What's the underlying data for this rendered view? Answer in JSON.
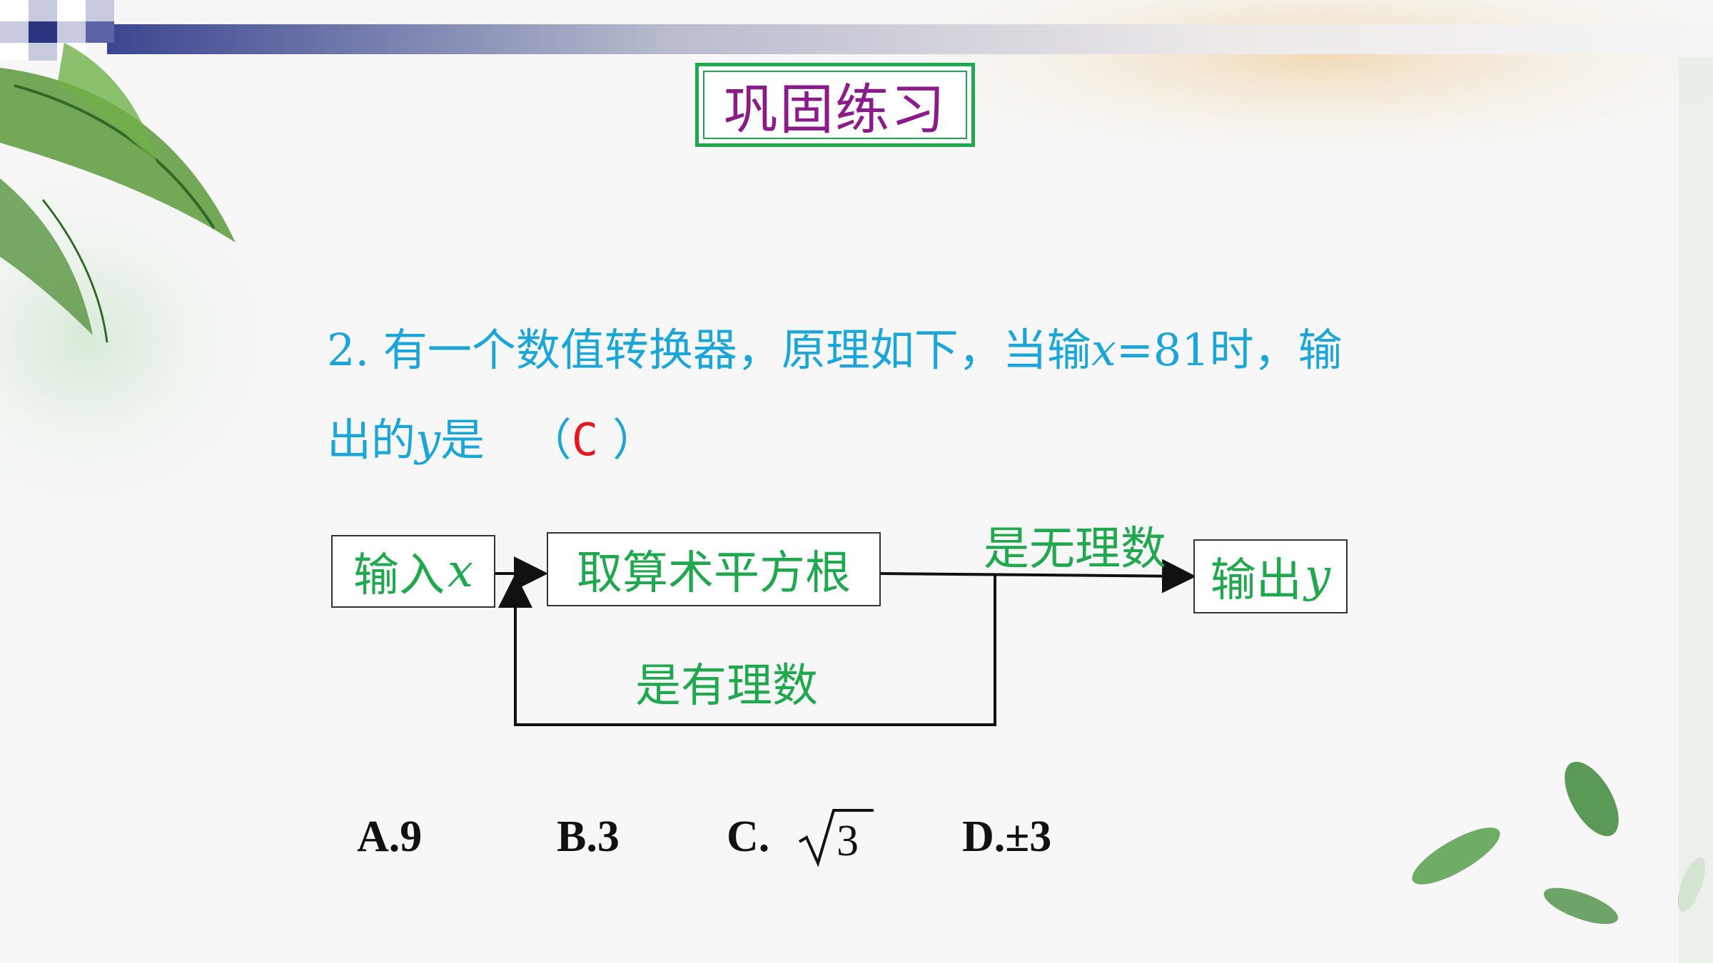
{
  "slide": {
    "title": "巩固练习"
  },
  "question": {
    "line1_prefix": "2. 有一个数值转换器，原理如下，当输",
    "line1_var": "x",
    "line1_suffix": "=81时，输",
    "line2_prefix": "出的",
    "line2_var": "y",
    "line2_suffix": "是",
    "paren_open": "（",
    "answer": "C",
    "paren_close": "）"
  },
  "flowchart": {
    "input_label": "输入",
    "input_var": "x",
    "process_label": "取算术平方根",
    "output_label": "输出",
    "output_var": "y",
    "irrational_label": "是无理数",
    "rational_label": "是有理数"
  },
  "options": {
    "a_label": "A.",
    "a_value": "9",
    "b_label": "B.",
    "b_value": "3",
    "c_label": "C.",
    "c_value": "3",
    "d_label": "D.",
    "d_value": "±3"
  },
  "colors": {
    "title_text": "#8b1a8b",
    "title_border": "#1fa84e",
    "question_text": "#1aa6d8",
    "answer_text": "#e8171d",
    "flow_text": "#1fa84e"
  },
  "icons": [
    "leaf-decoration",
    "checker-decoration",
    "arrow-icon"
  ]
}
